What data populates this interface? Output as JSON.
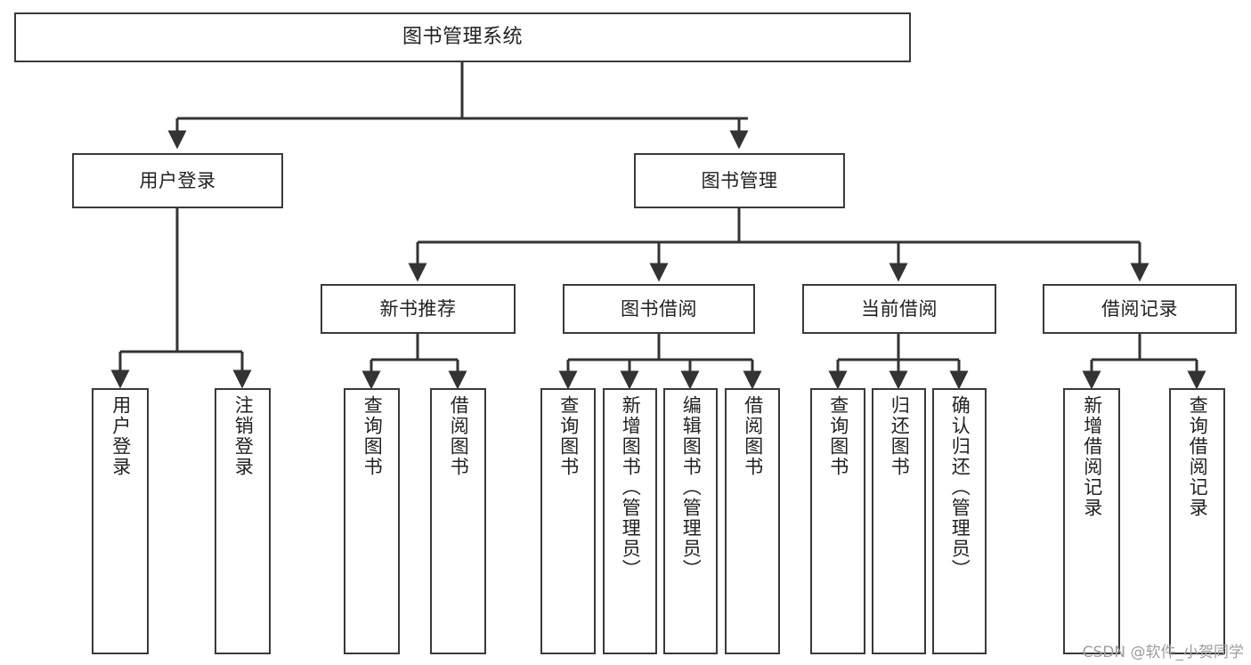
{
  "diagram": {
    "title": "图书管理系统",
    "type": "tree",
    "watermark": "CSDN @软件_小贺同学",
    "colors": {
      "background": "#ffffff",
      "box_border": "#3a3a3a",
      "box_fill": "#ffffff",
      "connector": "#333333",
      "text": "#222222",
      "watermark": "#9d9d9d"
    },
    "nodes": {
      "root": {
        "label": "图书管理系统"
      },
      "level2": [
        {
          "id": "user-login",
          "label": "用户登录"
        },
        {
          "id": "book-manage",
          "label": "图书管理"
        }
      ],
      "level3": [
        {
          "id": "new-book-rec",
          "label": "新书推荐"
        },
        {
          "id": "book-borrow",
          "label": "图书借阅"
        },
        {
          "id": "current-borrow",
          "label": "当前借阅"
        },
        {
          "id": "borrow-record",
          "label": "借阅记录"
        }
      ],
      "leaves": {
        "user_login": [
          {
            "id": "leaf-user-login",
            "label": "用户登录"
          },
          {
            "id": "leaf-logout",
            "label": "注销登录"
          }
        ],
        "new_book_rec": [
          {
            "id": "leaf-query-book-1",
            "label": "查询图书"
          },
          {
            "id": "leaf-borrow-book-1",
            "label": "借阅图书"
          }
        ],
        "book_borrow": [
          {
            "id": "leaf-query-book-2",
            "label": "查询图书"
          },
          {
            "id": "leaf-add-book",
            "label": "新增图书（管理员）"
          },
          {
            "id": "leaf-edit-book",
            "label": "编辑图书（管理员）"
          },
          {
            "id": "leaf-borrow-book-2",
            "label": "借阅图书"
          }
        ],
        "current_borrow": [
          {
            "id": "leaf-query-book-3",
            "label": "查询图书"
          },
          {
            "id": "leaf-return-book",
            "label": "归还图书"
          },
          {
            "id": "leaf-confirm-return",
            "label": "确认归还（管理员）"
          }
        ],
        "borrow_record": [
          {
            "id": "leaf-add-record",
            "label": "新增借阅记录"
          },
          {
            "id": "leaf-query-record",
            "label": "查询借阅记录"
          }
        ]
      }
    },
    "edges": [
      {
        "from": "root",
        "to": "user-login"
      },
      {
        "from": "root",
        "to": "book-manage"
      },
      {
        "from": "user-login",
        "to": "leaf-user-login"
      },
      {
        "from": "user-login",
        "to": "leaf-logout"
      },
      {
        "from": "book-manage",
        "to": "new-book-rec"
      },
      {
        "from": "book-manage",
        "to": "book-borrow"
      },
      {
        "from": "book-manage",
        "to": "current-borrow"
      },
      {
        "from": "book-manage",
        "to": "borrow-record"
      },
      {
        "from": "new-book-rec",
        "to": "leaf-query-book-1"
      },
      {
        "from": "new-book-rec",
        "to": "leaf-borrow-book-1"
      },
      {
        "from": "book-borrow",
        "to": "leaf-query-book-2"
      },
      {
        "from": "book-borrow",
        "to": "leaf-add-book"
      },
      {
        "from": "book-borrow",
        "to": "leaf-edit-book"
      },
      {
        "from": "book-borrow",
        "to": "leaf-borrow-book-2"
      },
      {
        "from": "current-borrow",
        "to": "leaf-query-book-3"
      },
      {
        "from": "current-borrow",
        "to": "leaf-return-book"
      },
      {
        "from": "current-borrow",
        "to": "leaf-confirm-return"
      },
      {
        "from": "borrow-record",
        "to": "leaf-add-record"
      },
      {
        "from": "borrow-record",
        "to": "leaf-query-record"
      }
    ]
  }
}
